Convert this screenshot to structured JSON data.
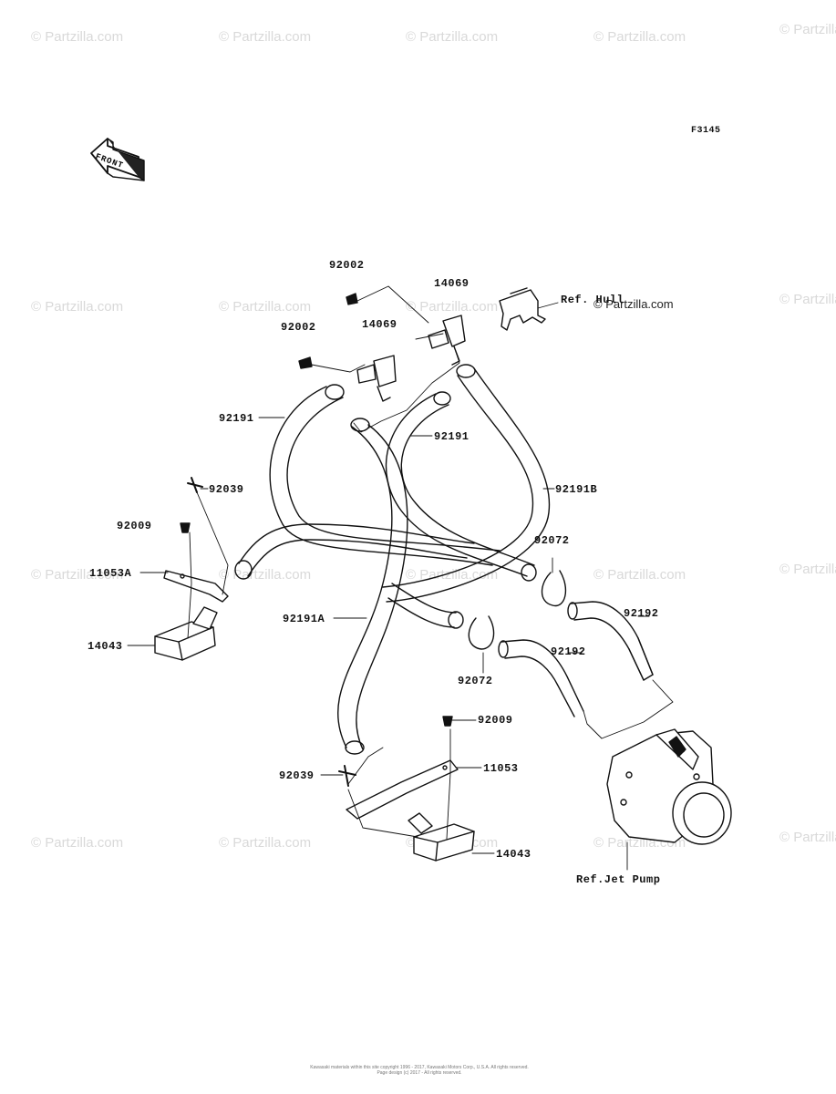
{
  "figure_code": "F3145",
  "front_label": "FRONT",
  "watermark": "© Partzilla.com",
  "parts": [
    {
      "id": "p-92002-top",
      "number": "92002"
    },
    {
      "id": "p-14069-top",
      "number": "14069"
    },
    {
      "id": "p-92002-mid",
      "number": "92002"
    },
    {
      "id": "p-14069-mid",
      "number": "14069"
    },
    {
      "id": "p-92191-left",
      "number": "92191"
    },
    {
      "id": "p-92191-center",
      "number": "92191"
    },
    {
      "id": "p-92191B",
      "number": "92191B"
    },
    {
      "id": "p-92039-top",
      "number": "92039"
    },
    {
      "id": "p-92009-top",
      "number": "92009"
    },
    {
      "id": "p-11053A",
      "number": "11053A"
    },
    {
      "id": "p-14043-left",
      "number": "14043"
    },
    {
      "id": "p-92191A",
      "number": "92191A"
    },
    {
      "id": "p-92072-right",
      "number": "92072"
    },
    {
      "id": "p-92072-center",
      "number": "92072"
    },
    {
      "id": "p-92192-right",
      "number": "92192"
    },
    {
      "id": "p-92192-center",
      "number": "92192"
    },
    {
      "id": "p-92009-bottom",
      "number": "92009"
    },
    {
      "id": "p-11053",
      "number": "11053"
    },
    {
      "id": "p-92039-bottom",
      "number": "92039"
    },
    {
      "id": "p-14043-bottom",
      "number": "14043"
    }
  ],
  "references": {
    "hull": "Ref. Hull",
    "jet_pump": "Ref.Jet Pump"
  },
  "copyright_line1": "Kawasaki materials within this site copyright 1996 - 2017, Kawasaki Motors Corp., U.S.A. All rights reserved.",
  "copyright_line2": "Page design (c) 2017 - All rights reserved."
}
